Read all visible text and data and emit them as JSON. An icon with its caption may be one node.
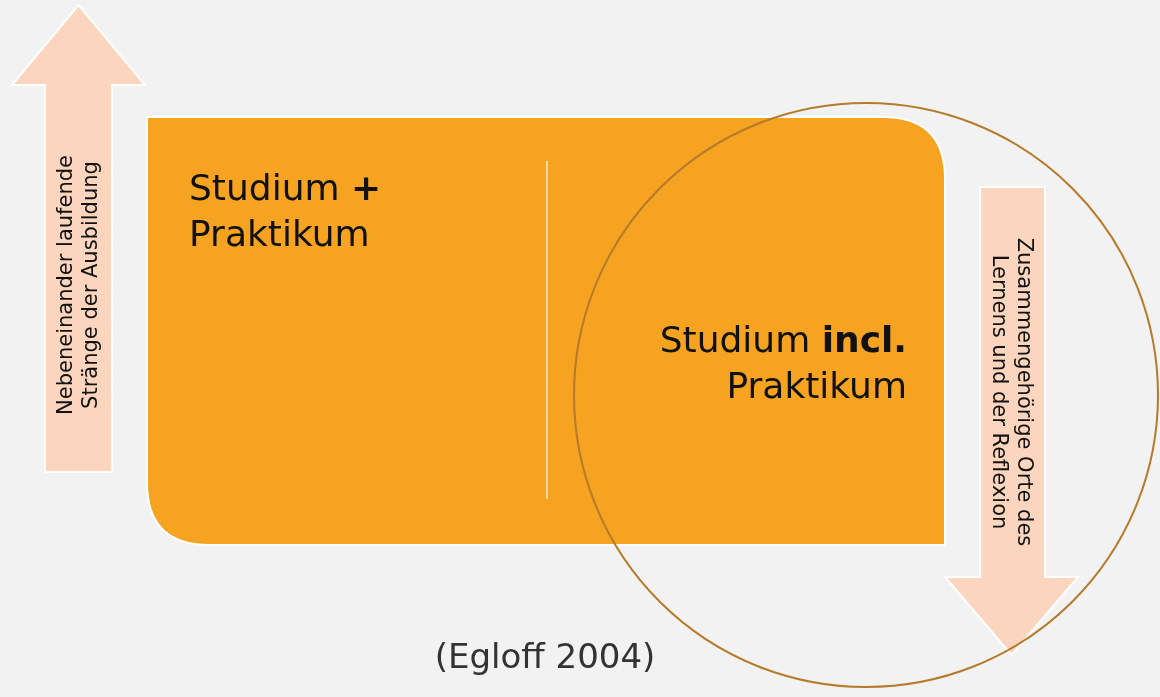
{
  "diagram": {
    "caption": "(Egloff 2004)",
    "nodes": [
      {
        "text": [
          "Nebeneinander laufende Stränge der Ausbildung"
        ]
      },
      {
        "text": [
          "Studium **+** Praktikum",
          "Studium **incl.** Praktikum"
        ]
      },
      {
        "text": [
          "Zusammengehörige Orte des Lernens und der Reflexion"
        ]
      }
    ]
  }
}
